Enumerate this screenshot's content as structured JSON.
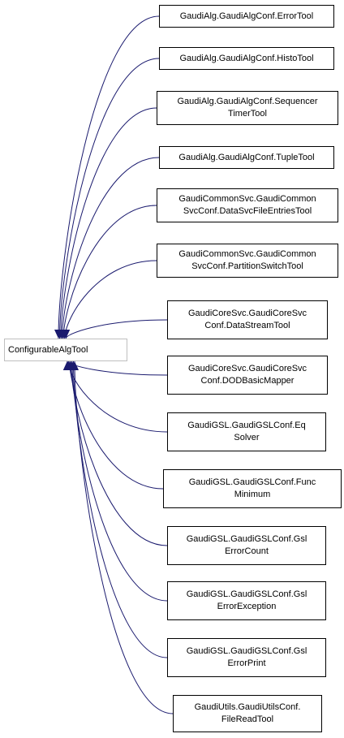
{
  "root": {
    "label": "ConfigurableAlgTool",
    "border_color": "#bfbfbf"
  },
  "edge_color": "#1a1a6e",
  "children": [
    {
      "lines": [
        "GaudiAlg.GaudiAlgConf.ErrorTool"
      ]
    },
    {
      "lines": [
        "GaudiAlg.GaudiAlgConf.HistoTool"
      ]
    },
    {
      "lines": [
        "GaudiAlg.GaudiAlgConf.Sequencer",
        "TimerTool"
      ]
    },
    {
      "lines": [
        "GaudiAlg.GaudiAlgConf.TupleTool"
      ]
    },
    {
      "lines": [
        "GaudiCommonSvc.GaudiCommon",
        "SvcConf.DataSvcFileEntriesTool"
      ]
    },
    {
      "lines": [
        "GaudiCommonSvc.GaudiCommon",
        "SvcConf.PartitionSwitchTool"
      ]
    },
    {
      "lines": [
        "GaudiCoreSvc.GaudiCoreSvc",
        "Conf.DataStreamTool"
      ]
    },
    {
      "lines": [
        "GaudiCoreSvc.GaudiCoreSvc",
        "Conf.DODBasicMapper"
      ]
    },
    {
      "lines": [
        "GaudiGSL.GaudiGSLConf.Eq",
        "Solver"
      ]
    },
    {
      "lines": [
        "GaudiGSL.GaudiGSLConf.Func",
        "Minimum"
      ]
    },
    {
      "lines": [
        "GaudiGSL.GaudiGSLConf.Gsl",
        "ErrorCount"
      ]
    },
    {
      "lines": [
        "GaudiGSL.GaudiGSLConf.Gsl",
        "ErrorException"
      ]
    },
    {
      "lines": [
        "GaudiGSL.GaudiGSLConf.Gsl",
        "ErrorPrint"
      ]
    },
    {
      "lines": [
        "GaudiUtils.GaudiUtilsConf.",
        "FileReadTool"
      ]
    }
  ]
}
